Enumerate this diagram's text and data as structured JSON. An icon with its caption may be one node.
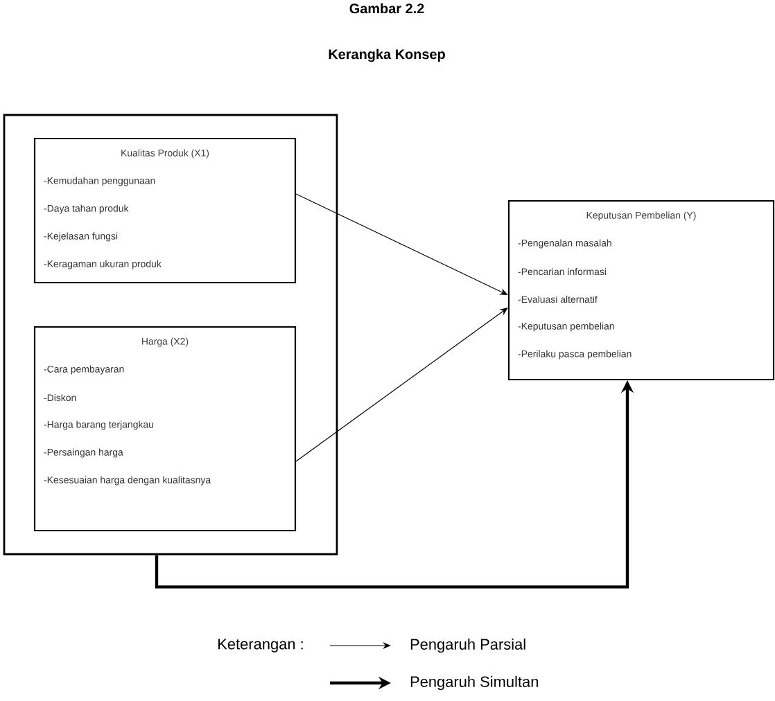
{
  "diagram": {
    "title": "Gambar 2.2",
    "nodes": [
      {
        "text": [],
        "shape": "box"
      },
      {
        "text": [
          "Kualitas Produk (X1)",
          "-Kemudahan penggunaan",
          "-Daya tahan produk",
          "-Kejelasan fungsi",
          "-Keragaman ukuran produk"
        ],
        "in": 0
      },
      {
        "text": [
          "Harga (X2)",
          "-Cara pembayaran",
          "-Diskon",
          "-Harga barang terjangkau",
          "-Persaingan harga",
          "-Kesesuaian harga dengan kualitasnya"
        ],
        "in": 0
      },
      {
        "text": [
          "Keputusan Pembelian (Y)",
          "-Pengenalan masalah",
          "-Pencarian informasi",
          "-Evaluasi alternatif",
          "-Keputusan pembelian",
          "-Perilaku pasca pembelian"
        ]
      }
    ],
    "edges": [
      {
        "from": 1,
        "to": 3,
        "arrow": "to"
      },
      {
        "from": 2,
        "to": 3,
        "arrow": "to"
      },
      {
        "from": 0,
        "to": 3,
        "arrow": "to",
        "style": "thick"
      }
    ],
    "labels": [
      "Kerangka Konsep",
      "Keterangan :"
    ],
    "legend": [
      {
        "text": "Pengaruh Parsial"
      },
      {
        "text": "Pengaruh Simultan"
      }
    ]
  }
}
